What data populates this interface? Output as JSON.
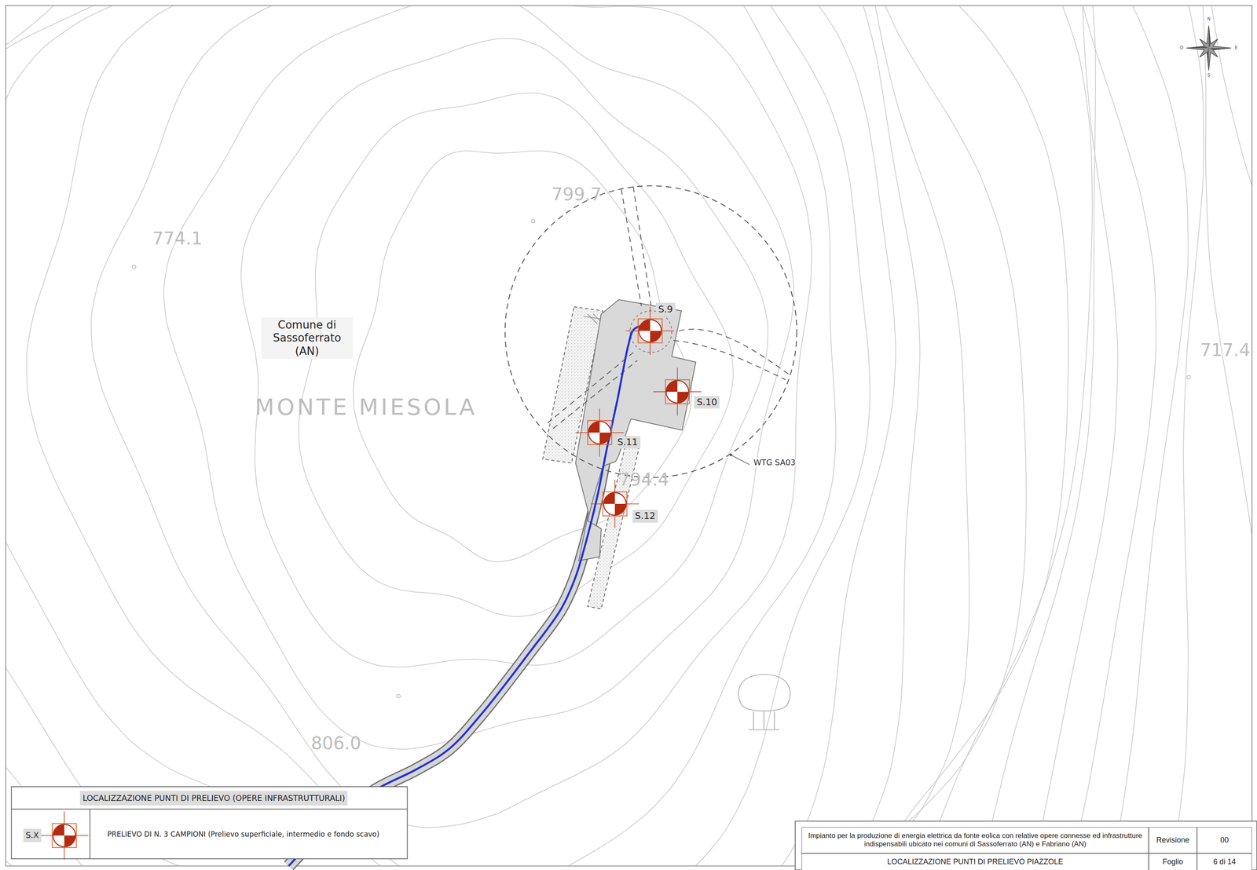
{
  "diagram": {
    "nodes": [
      {
        "text": [
          "Comune di Sassoferrato (AN)"
        ]
      },
      {
        "text": [
          "S.9"
        ]
      },
      {
        "text": [
          "S.10"
        ]
      },
      {
        "text": [
          "S.11"
        ]
      },
      {
        "text": [
          "S.12"
        ]
      },
      {
        "text": [
          "LOCALIZZAZIONE PUNTI DI PRELIEVO (OPERE INFRASTRUTTURALI)"
        ]
      },
      {
        "text": [
          "S.X"
        ]
      },
      {
        "text": [
          "Impianto per la produzione di energia elettrica da fonte eolica con relative opere connesse ed infrastrutture indispensabili ubicato nei comuni di Sassoferrato (AN) e Fabriano (AN)"
        ]
      },
      {
        "text": [
          "Revisione"
        ]
      },
      {
        "text": [
          "00"
        ]
      },
      {
        "text": [
          "LOCALIZZAZIONE PUNTI DI PRELIEVO PIAZZOLE"
        ]
      },
      {
        "text": [
          "Foglio"
        ]
      },
      {
        "text": [
          "6 di 14"
        ]
      }
    ],
    "labels": [
      "N",
      "E",
      "S",
      "O",
      "799.7",
      "774.1",
      "717.4",
      "806.0",
      "794.4",
      "MONTE MIESOLA",
      "WTG SA03"
    ],
    "legend": [
      {
        "text": "PRELIEVO DI N. 3 CAMPIONI (Prelievo superficiale, intermedio e fondo scavo)"
      }
    ]
  }
}
